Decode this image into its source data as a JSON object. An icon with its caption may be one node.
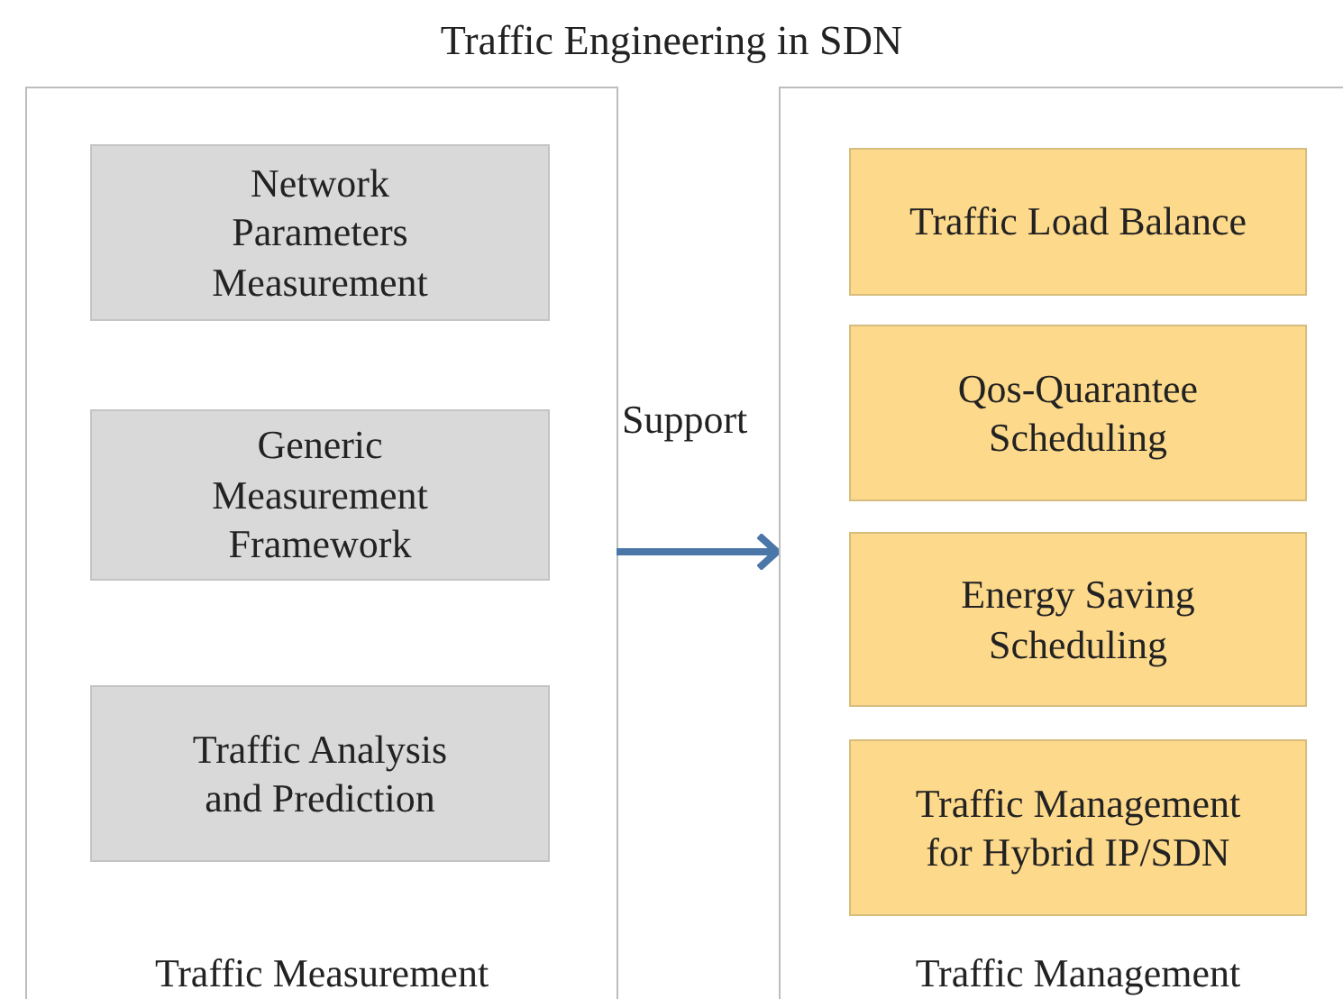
{
  "diagram": {
    "title": "Traffic Engineering in SDN",
    "nodes": [
      {
        "text": [
          "Traffic Measurement"
        ]
      },
      {
        "text": [
          "Network Parameters Measurement"
        ],
        "in": 0
      },
      {
        "text": [
          "Generic Measurement Framework"
        ],
        "in": 0
      },
      {
        "text": [
          "Traffic Analysis and Prediction"
        ],
        "in": 0
      },
      {
        "text": [
          "Traffic Management"
        ]
      },
      {
        "text": [
          "Traffic Load Balance"
        ],
        "in": 4
      },
      {
        "text": [
          "Qos-Quarantee Scheduling"
        ],
        "in": 4
      },
      {
        "text": [
          "Energy Saving Scheduling"
        ],
        "in": 4
      },
      {
        "text": [
          "Traffic Management for Hybrid IP/SDN"
        ],
        "in": 4
      }
    ],
    "edges": [
      {
        "from": 0,
        "to": 4,
        "arrow": "to",
        "label": "Support"
      }
    ]
  }
}
